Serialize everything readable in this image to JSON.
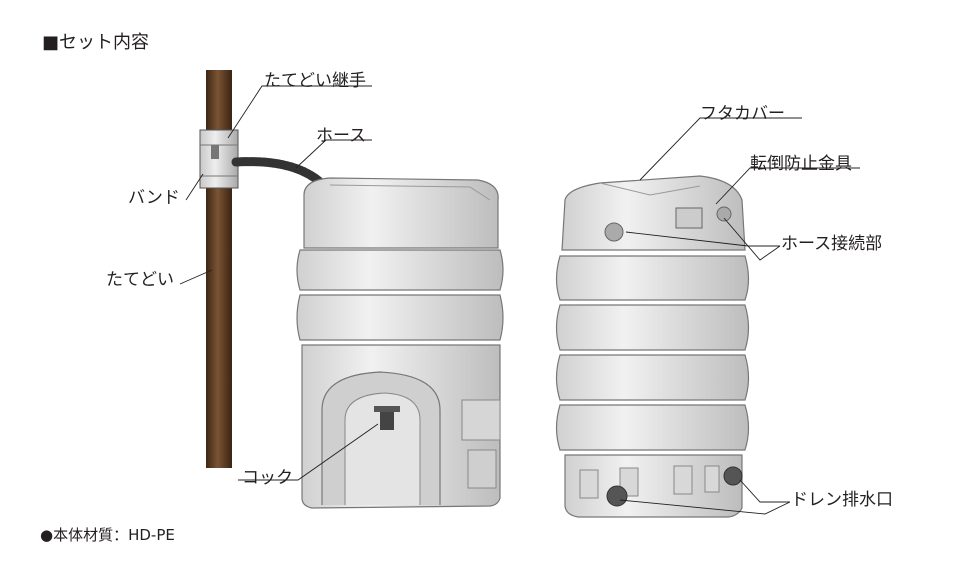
{
  "title": "■セット内容",
  "material": "●本体材質：HD-PE",
  "labels": {
    "joint": "たてどい継手",
    "hose": "ホース",
    "band": "バンド",
    "downspout": "たてどい",
    "cock": "コック",
    "lid": "フタカバー",
    "fall_bracket": "転倒防止金具",
    "hose_connect": "ホース接続部",
    "drain": "ドレン排水口"
  },
  "colors": {
    "pipe": "#5a3a22",
    "tank": "#e3e3e3",
    "line": "#231f20"
  }
}
